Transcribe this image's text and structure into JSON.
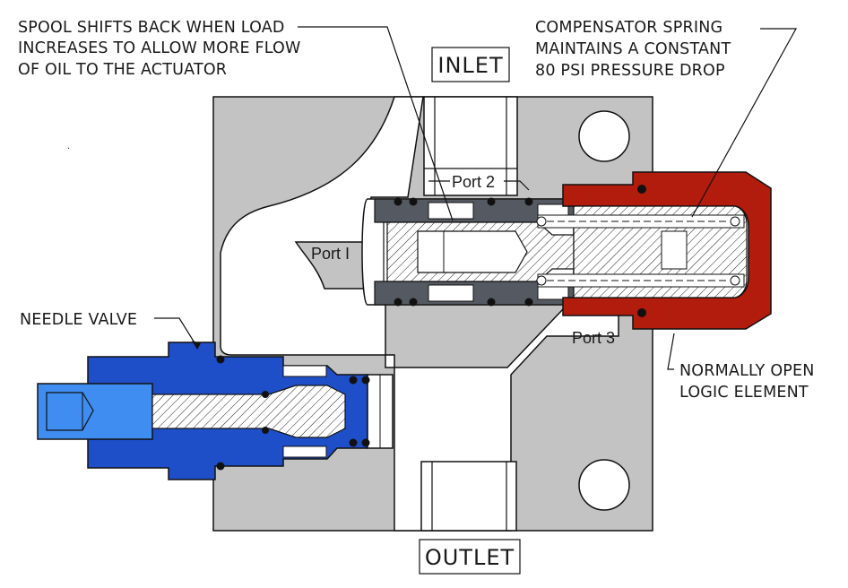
{
  "labels": {
    "spool_note": [
      "SPOOL SHIFTS BACK WHEN LOAD",
      "INCREASES TO ALLOW MORE FLOW",
      "OF OIL TO THE ACTUATOR"
    ],
    "spring_note": [
      "COMPENSATOR SPRING",
      "MAINTAINS A CONSTANT",
      "80 PSI PRESSURE DROP"
    ],
    "needle_valve": "NEEDLE VALVE",
    "logic_element": [
      "NORMALLY OPEN",
      "LOGIC ELEMENT"
    ],
    "inlet": "INLET",
    "outlet": "OUTLET",
    "port1": "Port I",
    "port2": "Port 2",
    "port3": "Port 3"
  },
  "colors": {
    "body": "#c3c3c3",
    "needle_valve": "#1f4fc8",
    "needle_tip": "#3f8df0",
    "logic_element": "#b21c0c",
    "spool": "#555a62",
    "outline": "#111111"
  }
}
